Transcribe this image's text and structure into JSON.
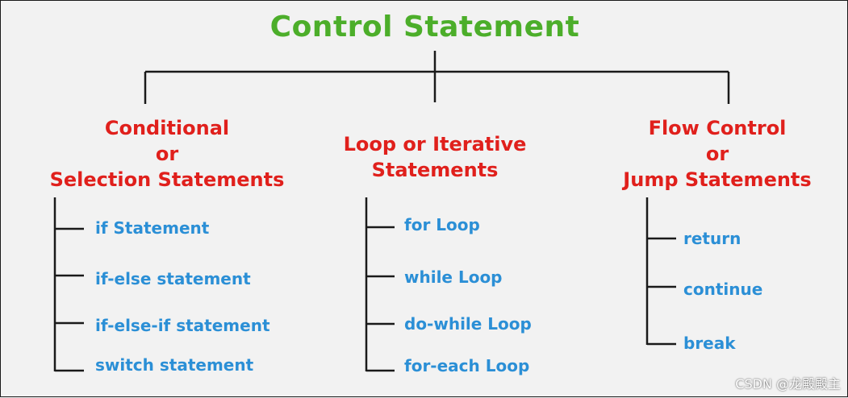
{
  "title": "Control Statement",
  "categories": [
    {
      "lines": [
        "Conditional",
        "or",
        "Selection Statements"
      ],
      "items": [
        "if Statement",
        "if-else statement",
        "if-else-if statement",
        "switch statement"
      ]
    },
    {
      "lines": [
        "Loop or Iterative",
        "Statements"
      ],
      "items": [
        "for Loop",
        "while Loop",
        "do-while Loop",
        "for-each Loop"
      ]
    },
    {
      "lines": [
        "Flow Control",
        "or",
        "Jump Statements"
      ],
      "items": [
        "return",
        "continue",
        "break"
      ]
    }
  ],
  "watermark": "CSDN @龙殿殿主",
  "colors": {
    "title": "#4cae2a",
    "category": "#e0201c",
    "item": "#2b8fd6",
    "line": "#1a1a1a",
    "background": "#f2f2f2"
  }
}
